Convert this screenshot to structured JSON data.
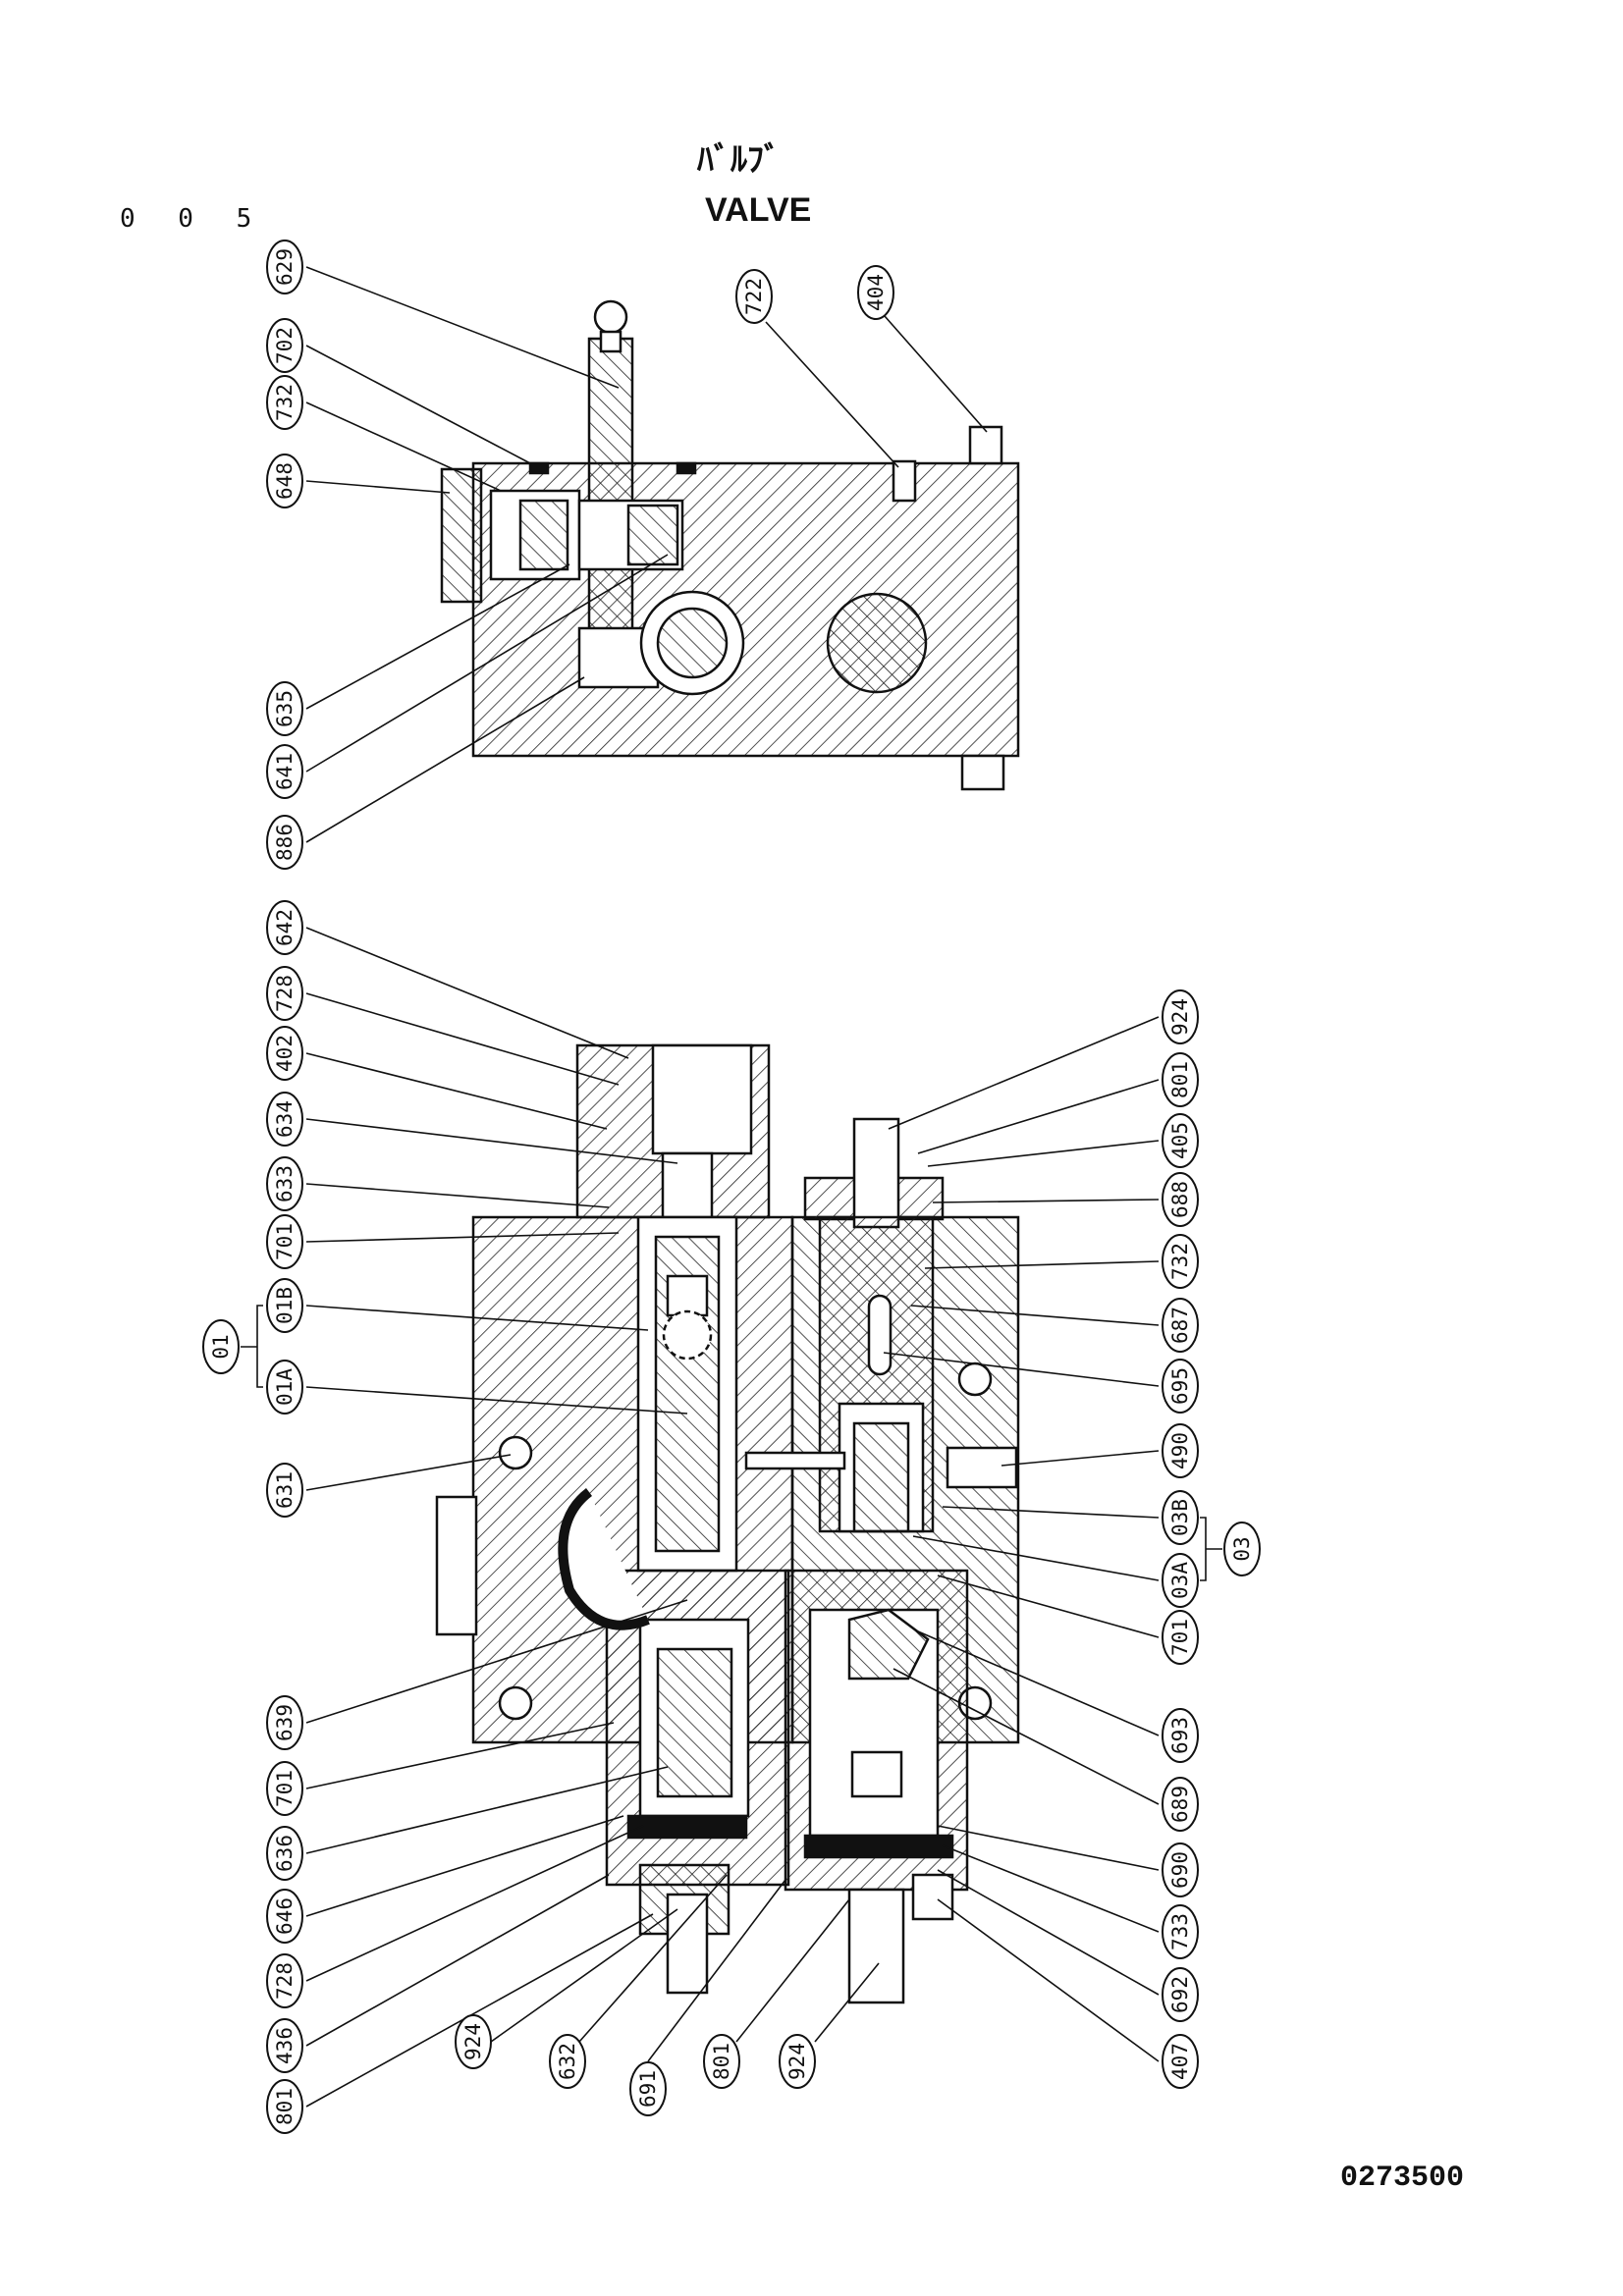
{
  "header": {
    "page_number": "0 0 5",
    "title_jp": "ﾊﾞﾙﾌﾞ",
    "title_en": "VALVE"
  },
  "footer": {
    "drawing_number": "0273500"
  },
  "callouts": [
    {
      "id": "629",
      "label": "629"
    },
    {
      "id": "702",
      "label": "702"
    },
    {
      "id": "732a",
      "label": "732"
    },
    {
      "id": "648",
      "label": "648"
    },
    {
      "id": "635",
      "label": "635"
    },
    {
      "id": "641",
      "label": "641"
    },
    {
      "id": "886",
      "label": "886"
    },
    {
      "id": "722",
      "label": "722"
    },
    {
      "id": "404",
      "label": "404"
    },
    {
      "id": "642",
      "label": "642"
    },
    {
      "id": "728a",
      "label": "728"
    },
    {
      "id": "402",
      "label": "402"
    },
    {
      "id": "634",
      "label": "634"
    },
    {
      "id": "633",
      "label": "633"
    },
    {
      "id": "701a",
      "label": "701"
    },
    {
      "id": "01B",
      "label": "01B"
    },
    {
      "id": "01A",
      "label": "01A"
    },
    {
      "id": "01",
      "label": "01"
    },
    {
      "id": "631",
      "label": "631"
    },
    {
      "id": "639",
      "label": "639"
    },
    {
      "id": "701b",
      "label": "701"
    },
    {
      "id": "636",
      "label": "636"
    },
    {
      "id": "646",
      "label": "646"
    },
    {
      "id": "728b",
      "label": "728"
    },
    {
      "id": "436",
      "label": "436"
    },
    {
      "id": "801a",
      "label": "801"
    },
    {
      "id": "924a",
      "label": "924"
    },
    {
      "id": "632",
      "label": "632"
    },
    {
      "id": "691",
      "label": "691"
    },
    {
      "id": "801b",
      "label": "801"
    },
    {
      "id": "924b",
      "label": "924"
    },
    {
      "id": "924c",
      "label": "924"
    },
    {
      "id": "801c",
      "label": "801"
    },
    {
      "id": "405",
      "label": "405"
    },
    {
      "id": "688",
      "label": "688"
    },
    {
      "id": "732b",
      "label": "732"
    },
    {
      "id": "687",
      "label": "687"
    },
    {
      "id": "695",
      "label": "695"
    },
    {
      "id": "490",
      "label": "490"
    },
    {
      "id": "03B",
      "label": "03B"
    },
    {
      "id": "03A",
      "label": "03A"
    },
    {
      "id": "03",
      "label": "03"
    },
    {
      "id": "701c",
      "label": "701"
    },
    {
      "id": "693",
      "label": "693"
    },
    {
      "id": "689",
      "label": "689"
    },
    {
      "id": "690",
      "label": "690"
    },
    {
      "id": "733",
      "label": "733"
    },
    {
      "id": "692",
      "label": "692"
    },
    {
      "id": "407",
      "label": "407"
    }
  ]
}
